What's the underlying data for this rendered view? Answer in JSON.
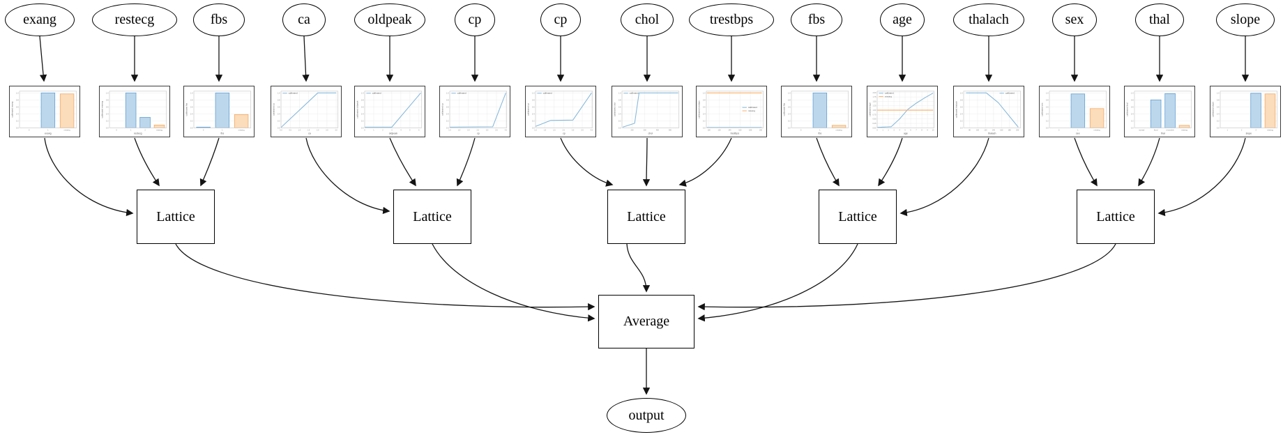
{
  "nodes": {
    "inputs": [
      {
        "label": "exang"
      },
      {
        "label": "restecg"
      },
      {
        "label": "fbs"
      },
      {
        "label": "ca"
      },
      {
        "label": "oldpeak"
      },
      {
        "label": "cp"
      },
      {
        "label": "cp"
      },
      {
        "label": "chol"
      },
      {
        "label": "trestbps"
      },
      {
        "label": "fbs"
      },
      {
        "label": "age"
      },
      {
        "label": "thalach"
      },
      {
        "label": "sex"
      },
      {
        "label": "thal"
      },
      {
        "label": "slope"
      }
    ],
    "lattices": [
      {
        "label": "Lattice"
      },
      {
        "label": "Lattice"
      },
      {
        "label": "Lattice"
      },
      {
        "label": "Lattice"
      },
      {
        "label": "Lattice"
      }
    ],
    "average": {
      "label": "Average"
    },
    "output": {
      "label": "output"
    }
  },
  "colors": {
    "bar_blue_fill": "#bcd7ec",
    "bar_blue_edge": "#5f9fd4",
    "bar_orange_fill": "#fbdcbb",
    "bar_orange_edge": "#f3a860",
    "line_blue": "#85b8dc",
    "line_orange": "#f9ad63",
    "grid": "#ebebeb",
    "frame": "#c9c9c9",
    "tick_text": "#8a8a8a",
    "label_text": "#5a5a5a"
  },
  "chart_data": [
    {
      "type": "bar",
      "title": "",
      "xlabel": "exang",
      "ylabel": "calibrated exang",
      "categories": [
        "0",
        "1",
        "missing"
      ],
      "values": [
        0,
        1.0,
        0.97
      ],
      "yticks": [
        "0.0",
        "0.2",
        "0.4",
        "0.6",
        "0.8",
        "1.0"
      ],
      "ylim": [
        0,
        1.05
      ]
    },
    {
      "type": "bar",
      "title": "",
      "xlabel": "restecg",
      "ylabel": "calibrated restecg",
      "categories": [
        "0",
        "1",
        "2",
        "missing"
      ],
      "values": [
        0,
        1.0,
        0.3,
        0.08
      ],
      "yticks": [
        "0.0",
        "0.2",
        "0.4",
        "0.6",
        "0.8",
        "1.0"
      ],
      "ylim": [
        0,
        1.05
      ]
    },
    {
      "type": "bar",
      "title": "",
      "xlabel": "fbs",
      "ylabel": "calibrated fbs",
      "categories": [
        "0",
        "1",
        "missing"
      ],
      "values": [
        0.02,
        1.0,
        0.38
      ],
      "yticks": [
        "0.0",
        "0.2",
        "0.4",
        "0.6",
        "0.8",
        "1.0"
      ],
      "ylim": [
        0,
        1.05
      ]
    },
    {
      "type": "line",
      "title": "",
      "xlabel": "ca",
      "ylabel": "calibrated ca",
      "xlim": [
        0,
        3.1
      ],
      "xticks": [
        "0.0",
        "0.5",
        "1.0",
        "1.5",
        "2.0",
        "2.5",
        "3.0"
      ],
      "yticks": [
        "0.0",
        "0.2",
        "0.4",
        "0.6",
        "0.8",
        "1.0"
      ],
      "ylim": [
        0,
        1.05
      ],
      "legend_pos": "top-left",
      "series": [
        {
          "name": "calibrated",
          "color": "blue",
          "x": [
            0,
            2,
            3
          ],
          "y": [
            0.01,
            1.0,
            1.0
          ]
        }
      ]
    },
    {
      "type": "line",
      "title": "",
      "xlabel": "oldpeak",
      "ylabel": "calibrated oldpeak",
      "xlim": [
        0,
        6.3
      ],
      "xticks": [
        "0",
        "1",
        "2",
        "3",
        "4",
        "5",
        "6"
      ],
      "yticks": [
        "0.0",
        "0.2",
        "0.4",
        "0.6",
        "0.8",
        "1.0"
      ],
      "ylim": [
        0,
        1.05
      ],
      "legend_pos": "top-left",
      "series": [
        {
          "name": "calibrated",
          "color": "blue",
          "x": [
            0,
            3,
            6.2
          ],
          "y": [
            0.02,
            0.02,
            1.0
          ]
        }
      ]
    },
    {
      "type": "line",
      "title": "",
      "xlabel": "cp",
      "ylabel": "calibrated cp",
      "xlim": [
        1,
        4.05
      ],
      "xticks": [
        "1.0",
        "1.5",
        "2.0",
        "2.5",
        "3.0",
        "3.5",
        "4.0"
      ],
      "yticks": [
        "0.0",
        "0.2",
        "0.4",
        "0.6",
        "0.8",
        "1.0"
      ],
      "ylim": [
        0,
        1.05
      ],
      "legend_pos": "top-left",
      "series": [
        {
          "name": "calibrated",
          "color": "blue",
          "x": [
            1,
            3.3,
            4
          ],
          "y": [
            0.02,
            0.03,
            1.0
          ]
        }
      ]
    },
    {
      "type": "line",
      "title": "",
      "xlabel": "cp",
      "ylabel": "calibrated cp",
      "xlim": [
        1,
        4.05
      ],
      "xticks": [
        "1.0",
        "1.5",
        "2.0",
        "2.5",
        "3.0",
        "3.5",
        "4.0"
      ],
      "yticks": [
        "0.0",
        "0.2",
        "0.4",
        "0.6",
        "0.8",
        "1.0"
      ],
      "ylim": [
        0,
        1.05
      ],
      "legend_pos": "top-left",
      "series": [
        {
          "name": "calibrated",
          "color": "blue",
          "x": [
            1,
            1.8,
            3,
            4
          ],
          "y": [
            0.04,
            0.21,
            0.22,
            1.0
          ]
        }
      ]
    },
    {
      "type": "line",
      "title": "",
      "xlabel": "chol",
      "ylabel": "calibrated chol",
      "xlim": [
        120,
        570
      ],
      "xticks": [
        "200",
        "300",
        "400",
        "500"
      ],
      "yticks": [
        "0.0",
        "0.2",
        "0.4",
        "0.6",
        "0.8",
        "1.0"
      ],
      "ylim": [
        0,
        1.05
      ],
      "legend_pos": "top-left",
      "series": [
        {
          "name": "calibrated",
          "color": "blue",
          "x": [
            126,
            220,
            255,
            564
          ],
          "y": [
            0.02,
            0.13,
            1.0,
            1.0
          ]
        }
      ]
    },
    {
      "type": "line",
      "title": "",
      "xlabel": "trestbps",
      "ylabel": "calibrated trestbps",
      "xlim": [
        95,
        205
      ],
      "xticks": [
        "100",
        "120",
        "140",
        "160",
        "180",
        "200"
      ],
      "yticks": [
        "0.0",
        "0.2",
        "0.4",
        "0.6",
        "0.8",
        "1.0"
      ],
      "ylim": [
        0,
        1.05
      ],
      "legend_pos": "right",
      "series": [
        {
          "name": "calibrated",
          "color": "blue",
          "x": [
            96,
            202
          ],
          "y": [
            0.01,
            0.01
          ]
        },
        {
          "name": "missing",
          "color": "orange",
          "x": [
            96,
            202
          ],
          "y": [
            1.0,
            1.0
          ]
        }
      ]
    },
    {
      "type": "bar",
      "title": "",
      "xlabel": "fbs",
      "ylabel": "calibrated fbs",
      "categories": [
        "0",
        "1",
        "missing"
      ],
      "values": [
        0,
        1.0,
        0.07
      ],
      "yticks": [
        "0.0",
        "0.2",
        "0.4",
        "0.6",
        "0.8",
        "1.0"
      ],
      "ylim": [
        0,
        1.05
      ]
    },
    {
      "type": "line",
      "title": "",
      "xlabel": "age",
      "ylabel": "calibrated age",
      "xlim": [
        0,
        10.2
      ],
      "xticks": [
        "0",
        "1",
        "2",
        "3",
        "4",
        "5",
        "6",
        "7",
        "8",
        "9",
        "10"
      ],
      "yticks": [
        "0.00",
        "0.25",
        "0.50",
        "0.75",
        "1.00",
        "1.25",
        "1.50",
        "1.75",
        "2.00"
      ],
      "ylim": [
        0,
        2.08
      ],
      "legend_pos": "top-left",
      "series": [
        {
          "name": "calibrated",
          "color": "blue",
          "x": [
            0,
            2.5,
            4,
            5.5,
            7,
            8.5,
            10
          ],
          "y": [
            0.02,
            0.06,
            0.5,
            1.05,
            1.4,
            1.7,
            1.97
          ]
        },
        {
          "name": "missing",
          "color": "orange",
          "x": [
            0,
            10
          ],
          "y": [
            1.0,
            1.0
          ]
        }
      ]
    },
    {
      "type": "line",
      "title": "",
      "xlabel": "thalach",
      "ylabel": "calibrated thalach",
      "xlim": [
        65,
        208
      ],
      "xticks": [
        "80",
        "100",
        "120",
        "140",
        "160",
        "180",
        "200"
      ],
      "yticks": [
        "0.0",
        "0.2",
        "0.4",
        "0.6",
        "0.8",
        "1.0"
      ],
      "ylim": [
        0,
        1.05
      ],
      "legend_pos": "top-right",
      "series": [
        {
          "name": "calibrated",
          "color": "blue",
          "x": [
            71,
            122,
            152,
            202
          ],
          "y": [
            1.0,
            1.0,
            0.72,
            0.02
          ]
        }
      ]
    },
    {
      "type": "bar",
      "title": "",
      "xlabel": "sex",
      "ylabel": "calibrated sex",
      "categories": [
        "0",
        "1",
        "missing"
      ],
      "values": [
        0,
        0.97,
        0.55
      ],
      "yticks": [
        "0.0",
        "0.2",
        "0.4",
        "0.6",
        "0.8",
        "1.0"
      ],
      "ylim": [
        0,
        1.05
      ]
    },
    {
      "type": "bar",
      "title": "",
      "xlabel": "thal",
      "ylabel": "calibrated thal",
      "categories": [
        "normal",
        "fixed",
        "reversible",
        "missing"
      ],
      "values": [
        0,
        0.8,
        0.98,
        0.07
      ],
      "yticks": [
        "0.0",
        "0.2",
        "0.4",
        "0.6",
        "0.8",
        "1.0"
      ],
      "ylim": [
        0,
        1.05
      ]
    },
    {
      "type": "bar",
      "title": "",
      "xlabel": "slope",
      "ylabel": "calibrated slope",
      "categories": [
        "1",
        "2",
        "3",
        "missing"
      ],
      "values": [
        0,
        0,
        0.99,
        0.97
      ],
      "yticks": [
        "0.0",
        "0.2",
        "0.4",
        "0.6",
        "0.8",
        "1.0"
      ],
      "ylim": [
        0,
        1.05
      ]
    }
  ]
}
